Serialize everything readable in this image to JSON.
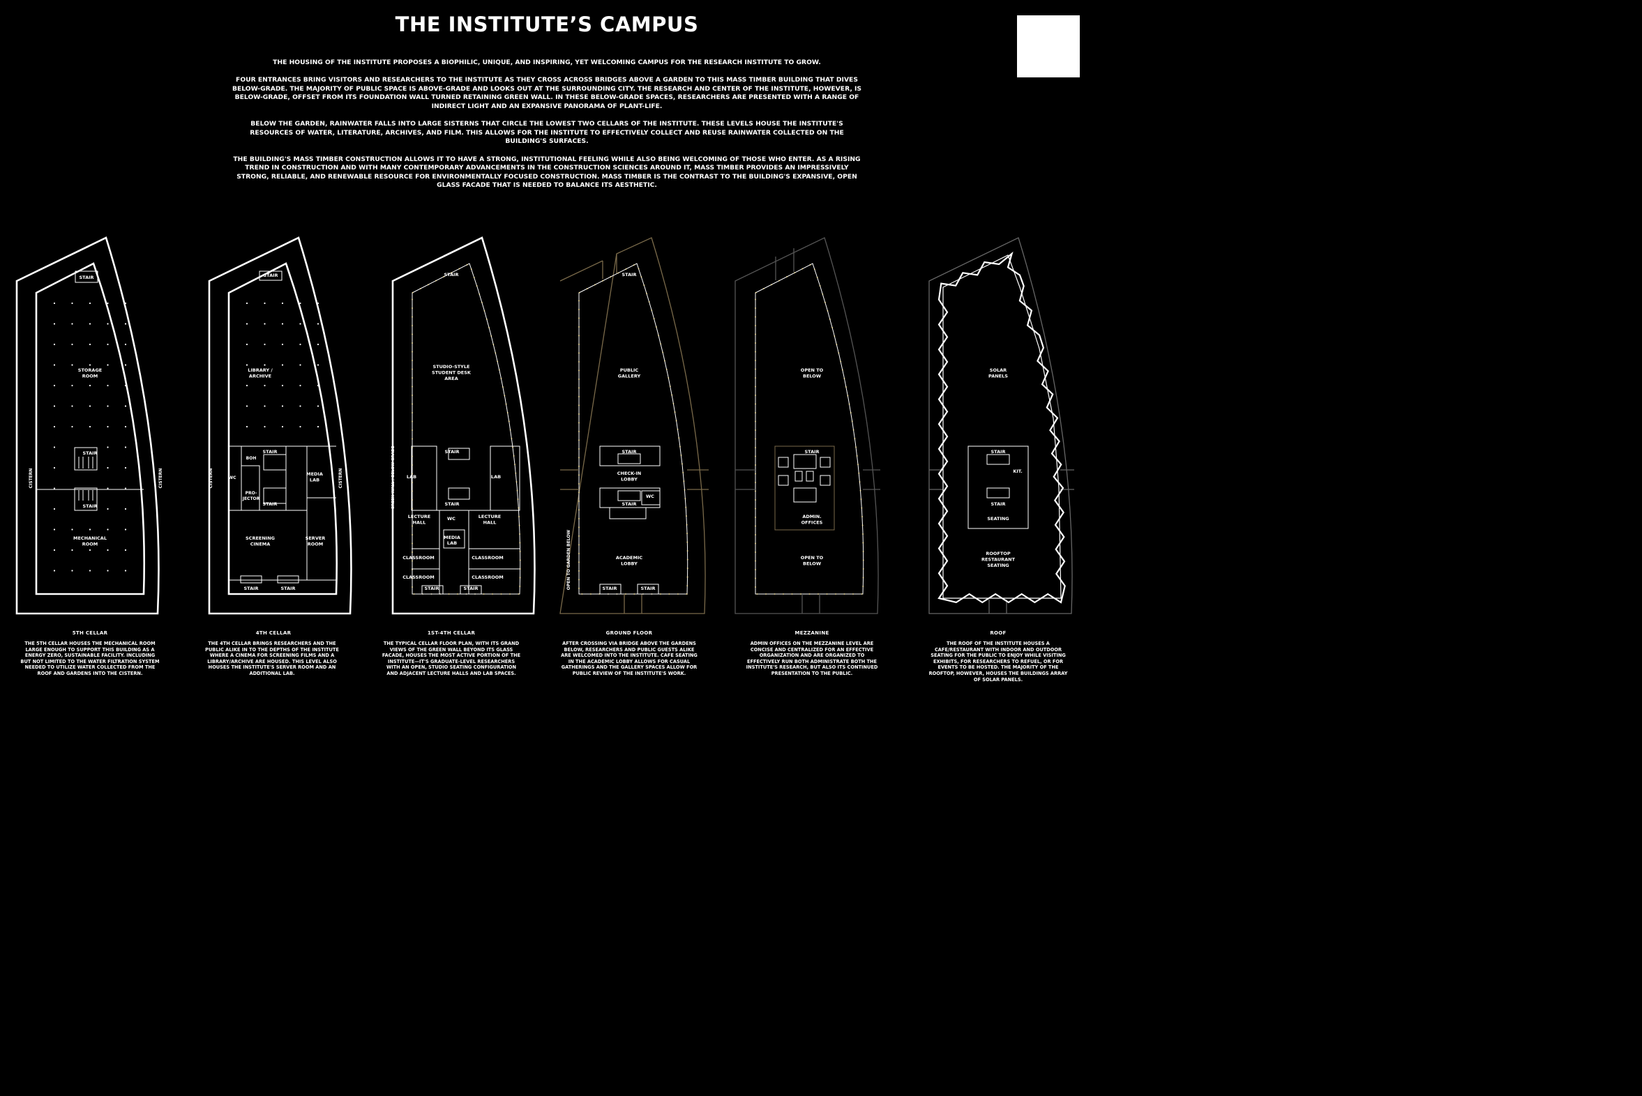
{
  "title": "THE INSTITUTE’S CAMPUS",
  "intro": [
    "THE HOUSING OF THE INSTITUTE PROPOSES A BIOPHILIC, UNIQUE, AND INSPIRING, YET WELCOMING CAMPUS FOR THE RESEARCH INSTITUTE TO GROW.",
    "FOUR ENTRANCES BRING VISITORS AND RESEARCHERS TO THE INSTITUTE AS THEY CROSS ACROSS BRIDGES ABOVE A GARDEN TO THIS MASS TIMBER BUILDING THAT DIVES BELOW-GRADE. THE MAJORITY OF PUBLIC SPACE IS ABOVE-GRADE AND LOOKS OUT AT THE SURROUNDING CITY. THE RESEARCH AND CENTER OF THE INSTITUTE, HOWEVER, IS BELOW-GRADE, OFFSET FROM ITS FOUNDATION WALL TURNED RETAINING GREEN WALL. IN THESE BELOW-GRADE SPACES, RESEARCHERS ARE PRESENTED WITH A RANGE OF INDIRECT LIGHT AND AN EXPANSIVE PANORAMA OF PLANT-LIFE.",
    "BELOW THE GARDEN, RAINWATER FALLS INTO LARGE SISTERNS THAT CIRCLE THE LOWEST TWO CELLARS OF THE INSTITUTE. THESE LEVELS HOUSE THE INSTITUTE'S RESOURCES OF WATER, LITERATURE, ARCHIVES, AND FILM. THIS ALLOWS FOR THE INSTITUTE TO EFFECTIVELY COLLECT AND REUSE RAINWATER COLLECTED ON THE BUILDING'S SURFACES.",
    "THE BUILDING'S MASS TIMBER CONSTRUCTION ALLOWS IT TO HAVE A STRONG, INSTITUTIONAL FEELING WHILE ALSO BEING WELCOMING OF THOSE WHO ENTER. AS A RISING TREND IN CONSTRUCTION AND WITH MANY CONTEMPORARY ADVANCEMENTS IN THE CONSTRUCTION SCIENCES AROUND IT, MASS TIMBER PROVIDES AN IMPRESSIVELY STRONG, RELIABLE, AND RENEWABLE RESOURCE FOR ENVIRONMENTALLY FOCUSED CONSTRUCTION. MASS TIMBER IS THE CONTRAST TO THE BUILDING'S EXPANSIVE, OPEN GLASS FACADE THAT IS NEEDED TO BALANCE ITS AESTHETIC."
  ],
  "colors": {
    "background": "#000000",
    "line": "#ffffff",
    "wood_outline": "#7a6a4a",
    "light_dot": "#ffe9a0"
  },
  "plans": [
    {
      "id": "cellar5",
      "title": "5TH CELLAR",
      "description": "THE 5TH CELLAR HOUSES THE MECHANICAL ROOM LARGE ENOUGH TO SUPPORT THIS BUILDING AS A ENERGY ZERO, SUSTAINABLE FACILITY. INCLUDING BUT NOT LIMITED TO THE WATER FILTRATION SYSTEM NEEDED TO UTILIZE WATER COLLECTED FROM THE ROOF AND GARDENS INTO THE CISTERN.",
      "labels": {
        "stair_top": "STAIR",
        "room_a": [
          "STORAGE",
          "ROOM"
        ],
        "stair_1": "STAIR",
        "stair_2": "STAIR",
        "room_b": [
          "MECHANICAL",
          "ROOM"
        ],
        "cistern_left": "CISTERN",
        "cistern_right": "CISTERN"
      }
    },
    {
      "id": "cellar4",
      "title": "4TH CELLAR",
      "description": "THE 4TH CELLAR BRINGS RESEARCHERS AND THE PUBLIC ALIKE IN TO THE DEPTHS OF THE INSTITUTE WHERE A CINEMA FOR SCREENING FILMS AND A LIBRARY/ARCHIVE ARE HOUSED. THIS LEVEL ALSO HOUSES THE INSTITUTE'S SERVER ROOM AND AN ADDITIONAL LAB.",
      "labels": {
        "stair_top": "STAIR",
        "room_a": [
          "LIBRARY /",
          "ARCHIVE"
        ],
        "boh": "BOH",
        "stair_1": "STAIR",
        "wc": "WC",
        "media": [
          "MEDIA",
          "LAB"
        ],
        "projector": [
          "PRO-",
          "JECTOR"
        ],
        "stair_2": "STAIR",
        "cinema": [
          "SCREENING",
          "CINEMA"
        ],
        "server": [
          "SERVER",
          "ROOM"
        ],
        "stair_b1": "STAIR",
        "stair_b2": "STAIR",
        "cistern_left": "CISTERN",
        "cistern_right": "CISTERN"
      }
    },
    {
      "id": "cellar1_4",
      "title": "1ST-4TH CELLAR",
      "description": "THE TYPICAL CELLAR FLOOR PLAN, WITH ITS GRAND VIEWS OF THE GREEN WALL BEYOND ITS GLASS FACADE, HOUSES THE MOST ACTIVE PORTION OF THE INSTITUTE—IT'S GRADUATE-LEVEL RESEARCHERS WITH AN OPEN, STUDIO SEATING CONFIGURATION AND ADJACENT LECTURE HALLS AND LAB SPACES.",
      "labels": {
        "stair_top": "STAIR",
        "room_a": [
          "STUDIO-STYLE",
          "STUDENT DESK",
          "AREA"
        ],
        "stair_1": "STAIR",
        "lab_l": "LAB",
        "lab_r": "LAB",
        "stair_2": "STAIR",
        "lecture_l": [
          "LECTURE",
          "HALL"
        ],
        "wc": "WC",
        "lecture_r": [
          "LECTURE",
          "HALL"
        ],
        "media": [
          "MEDIA",
          "LAB"
        ],
        "class_1": "CLASSROOM",
        "class_2": "CLASSROOM",
        "class_3": "CLASSROOM",
        "class_4": "CLASSROOM",
        "stair_b1": "STAIR",
        "stair_b2": "STAIR",
        "greenwall": "GREEN WALL / BELOW GRADE"
      }
    },
    {
      "id": "ground",
      "title": "GROUND FLOOR",
      "description": "AFTER CROSSING VIA BRIDGE ABOVE THE GARDENS BELOW, RESEARCHERS AND PUBLIC GUESTS ALIKE ARE WELCOMED INTO THE INSTITUTE. CAFE SEATING IN THE ACADEMIC LOBBY ALLOWS FOR CASUAL GATHERINGS AND THE GALLERY SPACES ALLOW FOR PUBLIC REVIEW OF THE INSTITUTE'S WORK.",
      "labels": {
        "stair_top": "STAIR",
        "room_a": [
          "PUBLIC",
          "GALLERY"
        ],
        "stair_1": "STAIR",
        "checkin": [
          "CHECK-IN",
          "LOBBY"
        ],
        "stair_2": "STAIR",
        "wc": "WC",
        "academic": [
          "ACADEMIC",
          "LOBBY"
        ],
        "stair_b1": "STAIR",
        "stair_b2": "STAIR",
        "open_below": "OPEN TO GARDEN BELOW"
      }
    },
    {
      "id": "mezzanine",
      "title": "MEZZANINE",
      "description": "ADMIN OFFICES ON THE MEZZANINE LEVEL ARE CONCISE AND CENTRALIZED FOR AN EFFECTIVE ORGANIZATION AND ARE ORGANIZED TO EFFECTIVELY RUN BOTH ADMINISTRATE BOTH THE INSTITUTE'S RESEARCH, BUT ALSO ITS CONTINUED PRESENTATION TO THE PUBLIC.",
      "labels": {
        "room_a": [
          "OPEN TO",
          "BELOW"
        ],
        "stair_1": "STAIR",
        "admin": [
          "ADMIN.",
          "OFFICES"
        ],
        "room_b": [
          "OPEN TO",
          "BELOW"
        ]
      }
    },
    {
      "id": "roof",
      "title": "ROOF",
      "description": "THE ROOF OF THE INSTITUTE HOUSES A CAFE/RESTAURANT WITH INDOOR AND OUTDOOR SEATING FOR THE PUBLIC TO ENJOY WHILE VISITING EXHIBITS, FOR RESEARCHERS TO REFUEL, OR FOR EVENTS TO BE HOSTED. THE MAJORITY OF THE ROOFTOP, HOWEVER, HOUSES THE BUILDINGS ARRAY OF SOLAR PANELS.",
      "labels": {
        "room_a": [
          "SOLAR",
          "PANELS"
        ],
        "stair_1": "STAIR",
        "kit": "KIT.",
        "stair_2": "STAIR",
        "seating": "SEATING",
        "room_b": [
          "ROOFTOP",
          "RESTAURANT",
          "SEATING"
        ]
      }
    }
  ]
}
